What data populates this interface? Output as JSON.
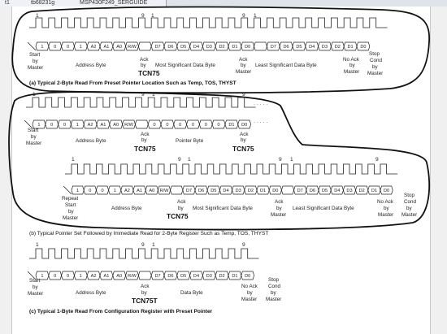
{
  "tabs": [
    {
      "label": "t1"
    },
    {
      "label": "tb68231g"
    },
    {
      "label": "MSP430F249_SERGUIDE"
    }
  ],
  "diagrams": [
    {
      "id": "a",
      "numbers": [
        "1",
        "9",
        "1",
        "9",
        "1"
      ],
      "row1_bits": [
        "1",
        "0",
        "0",
        "1",
        "A2",
        "A1",
        "A0",
        "R/W",
        "",
        "D7",
        "D6",
        "D5",
        "D4",
        "D3",
        "D2",
        "D1",
        "D0",
        "",
        "D7",
        "D6",
        "D5",
        "D4",
        "D3",
        "D2",
        "D1",
        "D0"
      ],
      "labels": {
        "start": "Start by Master",
        "address": "Address Byte",
        "ack": "Ack by TCN75",
        "msb": "Most Significant Data Byte",
        "ack2": "Ack by Master",
        "lsb": "Least Significant Data Byte",
        "noack": "No Ack by Master",
        "stop": "Stop Cond by Master"
      },
      "device": "TCN75",
      "caption": "(a) Typical 2-Byte Read From Preset Pointer Location Such as Temp, TOS, THYST"
    },
    {
      "id": "b",
      "numbers": [
        "1",
        "9",
        "1",
        "9"
      ],
      "row1_bits": [
        "1",
        "0",
        "0",
        "1",
        "A2",
        "A1",
        "A0",
        "R/W",
        "",
        "0",
        "0",
        "0",
        "0",
        "0",
        "0",
        "D1",
        "D0"
      ],
      "labels": {
        "start": "Start by Master",
        "address": "Address Byte",
        "ack": "Ack by",
        "pointer": "Pointer Byte",
        "ack2": "Ack by"
      },
      "device": "TCN75",
      "numbers2": [
        "1",
        "9",
        "1",
        "9",
        "1",
        "9"
      ],
      "row2_bits": [
        "1",
        "0",
        "0",
        "1",
        "A2",
        "A1",
        "A0",
        "R/W",
        "",
        "D7",
        "D6",
        "D5",
        "D4",
        "D3",
        "D2",
        "D1",
        "D0",
        "",
        "D7",
        "D6",
        "D5",
        "D4",
        "D3",
        "D2",
        "D1",
        "D0"
      ],
      "labels2": {
        "repeat": "Repeat Start by Master",
        "address": "Address Byte",
        "ack": "Ack by",
        "msb": "Most Significant Data Byte",
        "ack2": "Ack by Master",
        "lsb": "Least Significant Data Byte",
        "noack": "No Ack by Master",
        "stop": "Stop Cond by Master"
      },
      "caption": "(b) Typical Pointer Set Followed by Immediate Read for 2-Byte Register Such as Temp, TOS, THYST"
    },
    {
      "id": "c",
      "numbers": [
        "1",
        "9",
        "1",
        "9"
      ],
      "row1_bits": [
        "1",
        "0",
        "0",
        "1",
        "A2",
        "A1",
        "A0",
        "R/W",
        "",
        "D7",
        "D6",
        "D5",
        "D4",
        "D3",
        "D2",
        "D1",
        "D0"
      ],
      "labels": {
        "start": "Start by Master",
        "address": "Address Byte",
        "ack": "Ack by",
        "data": "Data Byte",
        "noack": "No Ack by Master",
        "stop": "Stop Cond by Master"
      },
      "device": "TCN75T",
      "caption": "(c) Typical 1-Byte Read From Configuration Register with Preset Pointer"
    }
  ]
}
